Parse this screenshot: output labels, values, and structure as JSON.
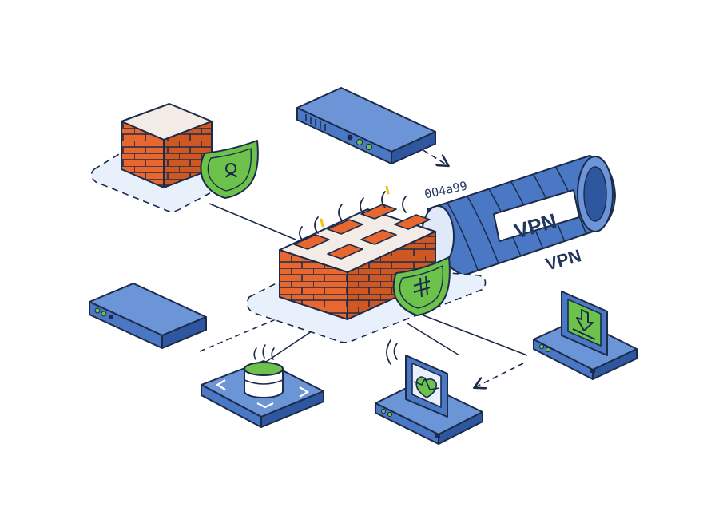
{
  "diagram": {
    "tunnel_band_label": "VPN",
    "tunnel_caption": "VPN",
    "packet_label": "004a99"
  },
  "colors": {
    "outline": "#1c2b4a",
    "device_blue": "#4a78c4",
    "device_blue_dark": "#2f579f",
    "brick": "#e8672f",
    "brick_dark": "#c24e1e",
    "mortar": "#f3ece6",
    "shield_green": "#6cc24a",
    "shield_green_dark": "#3f8f2d",
    "platform_fill": "#e8f1fb",
    "accent_yellow": "#f5c21b"
  }
}
